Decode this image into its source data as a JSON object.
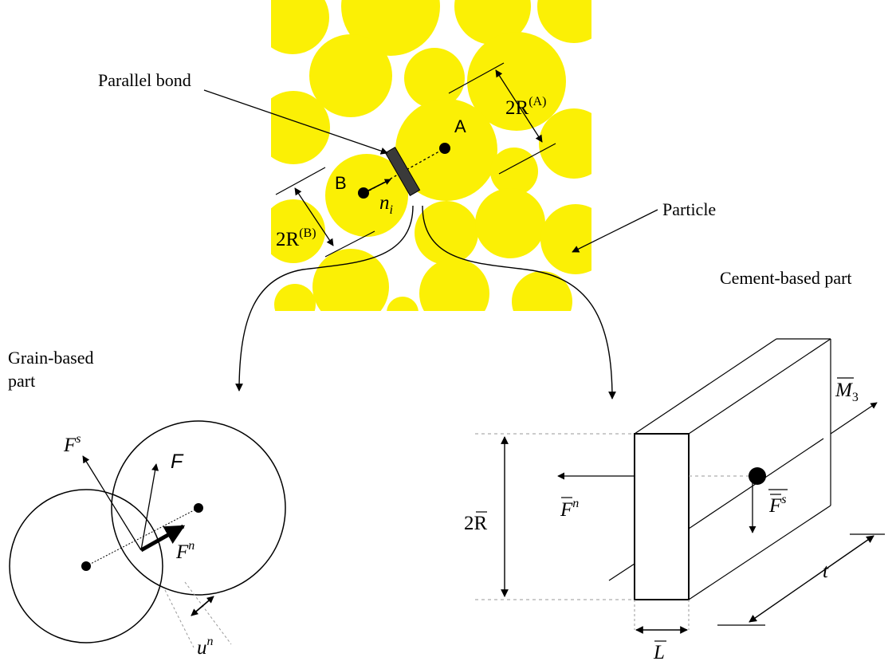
{
  "labels": {
    "parallel_bond": "Parallel bond",
    "particle": "Particle",
    "cement_part": "Cement-based part",
    "grain_part_line1": "Grain-based",
    "grain_part_line2": "part",
    "point_a": "A",
    "point_b": "B"
  },
  "symbols": {
    "two_r": "2R",
    "sup_a": "(A)",
    "sup_b": "(B)",
    "n": "n",
    "i": "i",
    "F": "F",
    "s": "s",
    "n_sup": "n",
    "u": "u",
    "M": "M",
    "three": "3",
    "two_rbar": "2R",
    "t": "t",
    "L": "L"
  },
  "colors": {
    "particle_fill": "#fbf005",
    "background": "#ffffff",
    "bond_fill": "#3a3a3a",
    "ink": "#000000",
    "dash": "#999999"
  }
}
